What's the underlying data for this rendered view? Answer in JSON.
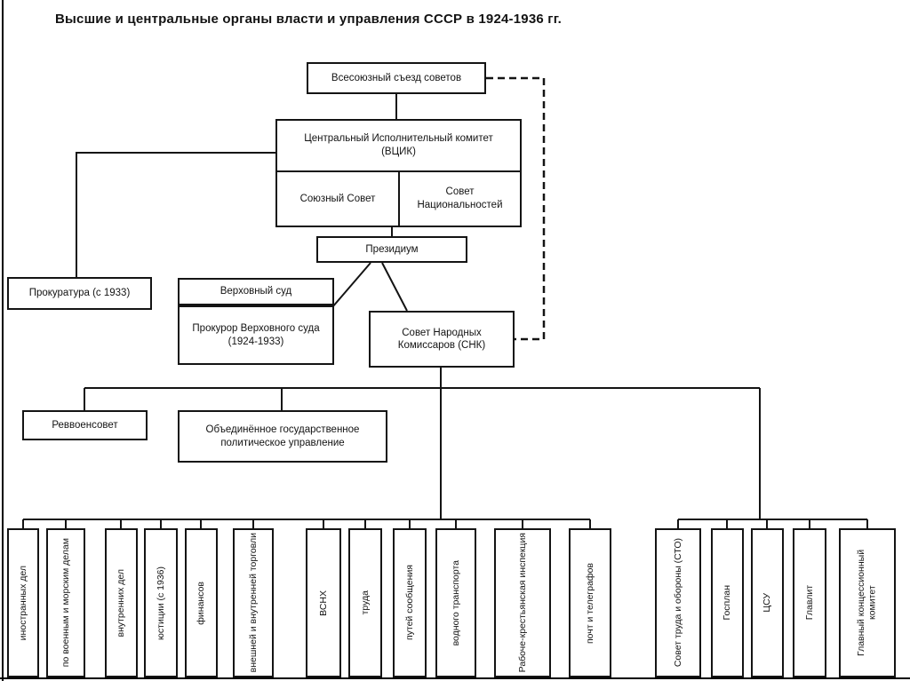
{
  "title": "Высшие и центральные органы власти и управления СССР в 1924-1936 гг.",
  "nodes": {
    "congress": "Всесоюзный съезд советов",
    "cik": "Центральный Исполнительный комитет (ВЦИК)",
    "union_council": "Союзный Совет",
    "nationalities_council": "Совет Национальностей",
    "presidium": "Президиум",
    "prokuratura": "Прокуратура (с 1933)",
    "supreme_court": "Верховный суд",
    "court_prosecutor": "Прокурор Верховного суда (1924-1933)",
    "snk": "Совет Народных Комиссаров (СНК)",
    "revvoensovet": "Реввоенсовет",
    "ogpu": "Объединённое государственное политическое управление"
  },
  "commissariats": [
    "иностранных дел",
    "по военным и морским делам",
    "внутренних дел",
    "юстиции (с 1936)",
    "финансов",
    "внешней и внутренней торговли",
    "ВСНХ",
    "труда",
    "путей сообщения",
    "водного транспорта",
    "Рабоче-крестьянская инспекция",
    "почт и телеграфов"
  ],
  "agencies": [
    "Совет труда и обороны (СТО)",
    "Госплан",
    "ЦСУ",
    "Главлит",
    "Главный концессионный комитет"
  ]
}
